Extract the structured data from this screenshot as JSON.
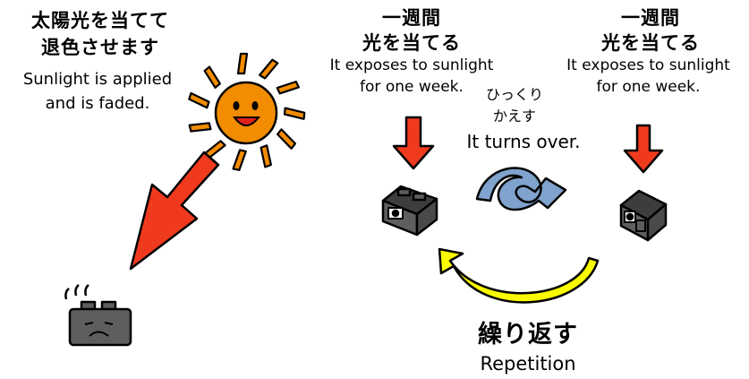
{
  "left": {
    "jp_line1": "太陽光を当てて",
    "jp_line2": "退色させます",
    "en_line1": "Sunlight is applied",
    "en_line2": "and is faded."
  },
  "middle": {
    "jp_line1": "一週間",
    "jp_line2": "光を当てる",
    "en_line1": "It exposes to sunlight",
    "en_line2": "for one week."
  },
  "flip": {
    "jp_line1": "ひっくり",
    "jp_line2": "かえす",
    "en": "It turns over."
  },
  "right": {
    "jp_line1": "一週間",
    "jp_line2": "光を当てる",
    "en_line1": "It exposes to sunlight",
    "en_line2": "for one week."
  },
  "repeat": {
    "jp": "繰り返す",
    "en": "Repetition"
  },
  "icons": [
    "sun-icon",
    "faded-box-icon",
    "box-icon",
    "flipped-box-icon",
    "curved-arrow-icon",
    "cycle-arrow-icon"
  ],
  "colors": {
    "sun": "#f28c00",
    "arrow_red": "#f03a1e",
    "arrow_blue": "#7fa3cc",
    "arrow_yellow": "#fafa00",
    "box_gray": "#5e5e5e"
  }
}
